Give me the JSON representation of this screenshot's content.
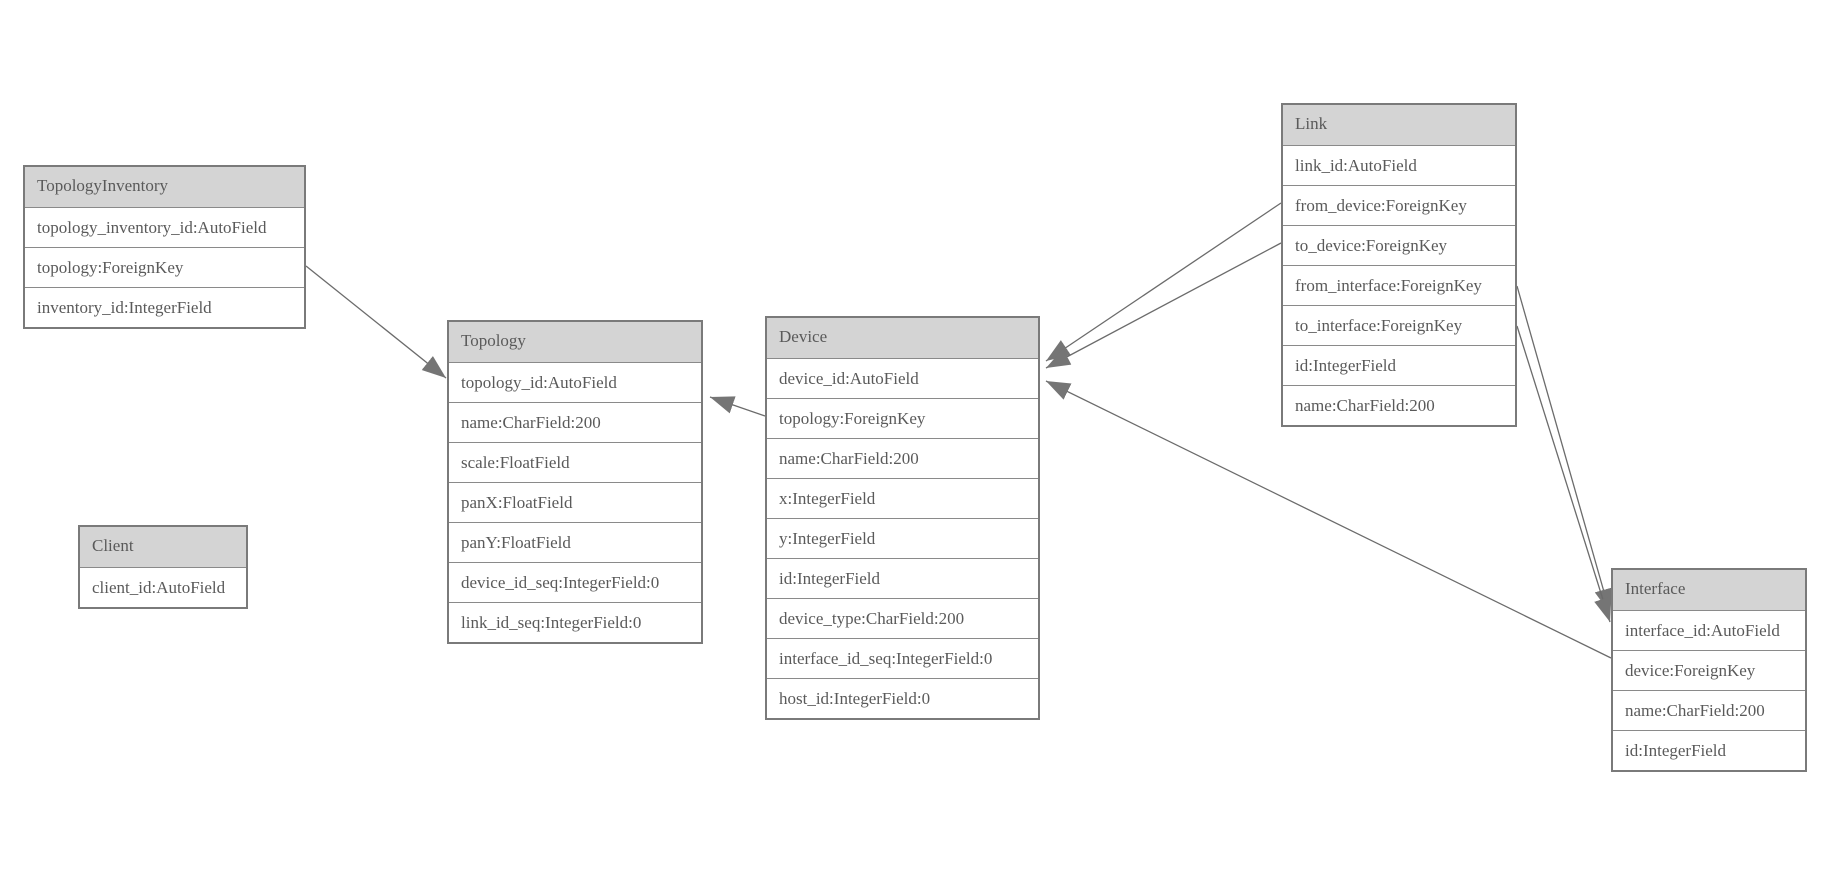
{
  "diagram_type": "database-model-diagram",
  "colors": {
    "background": "#ffffff",
    "header_fill": "#d4d4d4",
    "border": "#7a7a7a",
    "separator": "#8a8a8a",
    "text": "#5a5a5a",
    "edge": "#6b6b6b",
    "arrowhead": "#757575"
  },
  "entities": {
    "topology_inventory": {
      "title": "TopologyInventory",
      "fields": [
        "topology_inventory_id:AutoField",
        "topology:ForeignKey",
        "inventory_id:IntegerField"
      ]
    },
    "topology": {
      "title": "Topology",
      "fields": [
        "topology_id:AutoField",
        "name:CharField:200",
        "scale:FloatField",
        "panX:FloatField",
        "panY:FloatField",
        "device_id_seq:IntegerField:0",
        "link_id_seq:IntegerField:0"
      ]
    },
    "client": {
      "title": "Client",
      "fields": [
        "client_id:AutoField"
      ]
    },
    "device": {
      "title": "Device",
      "fields": [
        "device_id:AutoField",
        "topology:ForeignKey",
        "name:CharField:200",
        "x:IntegerField",
        "y:IntegerField",
        "id:IntegerField",
        "device_type:CharField:200",
        "interface_id_seq:IntegerField:0",
        "host_id:IntegerField:0"
      ]
    },
    "link": {
      "title": "Link",
      "fields": [
        "link_id:AutoField",
        "from_device:ForeignKey",
        "to_device:ForeignKey",
        "from_interface:ForeignKey",
        "to_interface:ForeignKey",
        "id:IntegerField",
        "name:CharField:200"
      ]
    },
    "interface": {
      "title": "Interface",
      "fields": [
        "interface_id:AutoField",
        "device:ForeignKey",
        "name:CharField:200",
        "id:IntegerField"
      ]
    }
  },
  "relationships": [
    {
      "from": "TopologyInventory.topology",
      "to": "Topology.topology_id"
    },
    {
      "from": "Device.topology",
      "to": "Topology.topology_id"
    },
    {
      "from": "Link.from_device",
      "to": "Device.device_id"
    },
    {
      "from": "Link.to_device",
      "to": "Device.device_id"
    },
    {
      "from": "Link.from_interface",
      "to": "Interface.interface_id"
    },
    {
      "from": "Link.to_interface",
      "to": "Interface.interface_id"
    },
    {
      "from": "Interface.device",
      "to": "Device.device_id"
    }
  ]
}
